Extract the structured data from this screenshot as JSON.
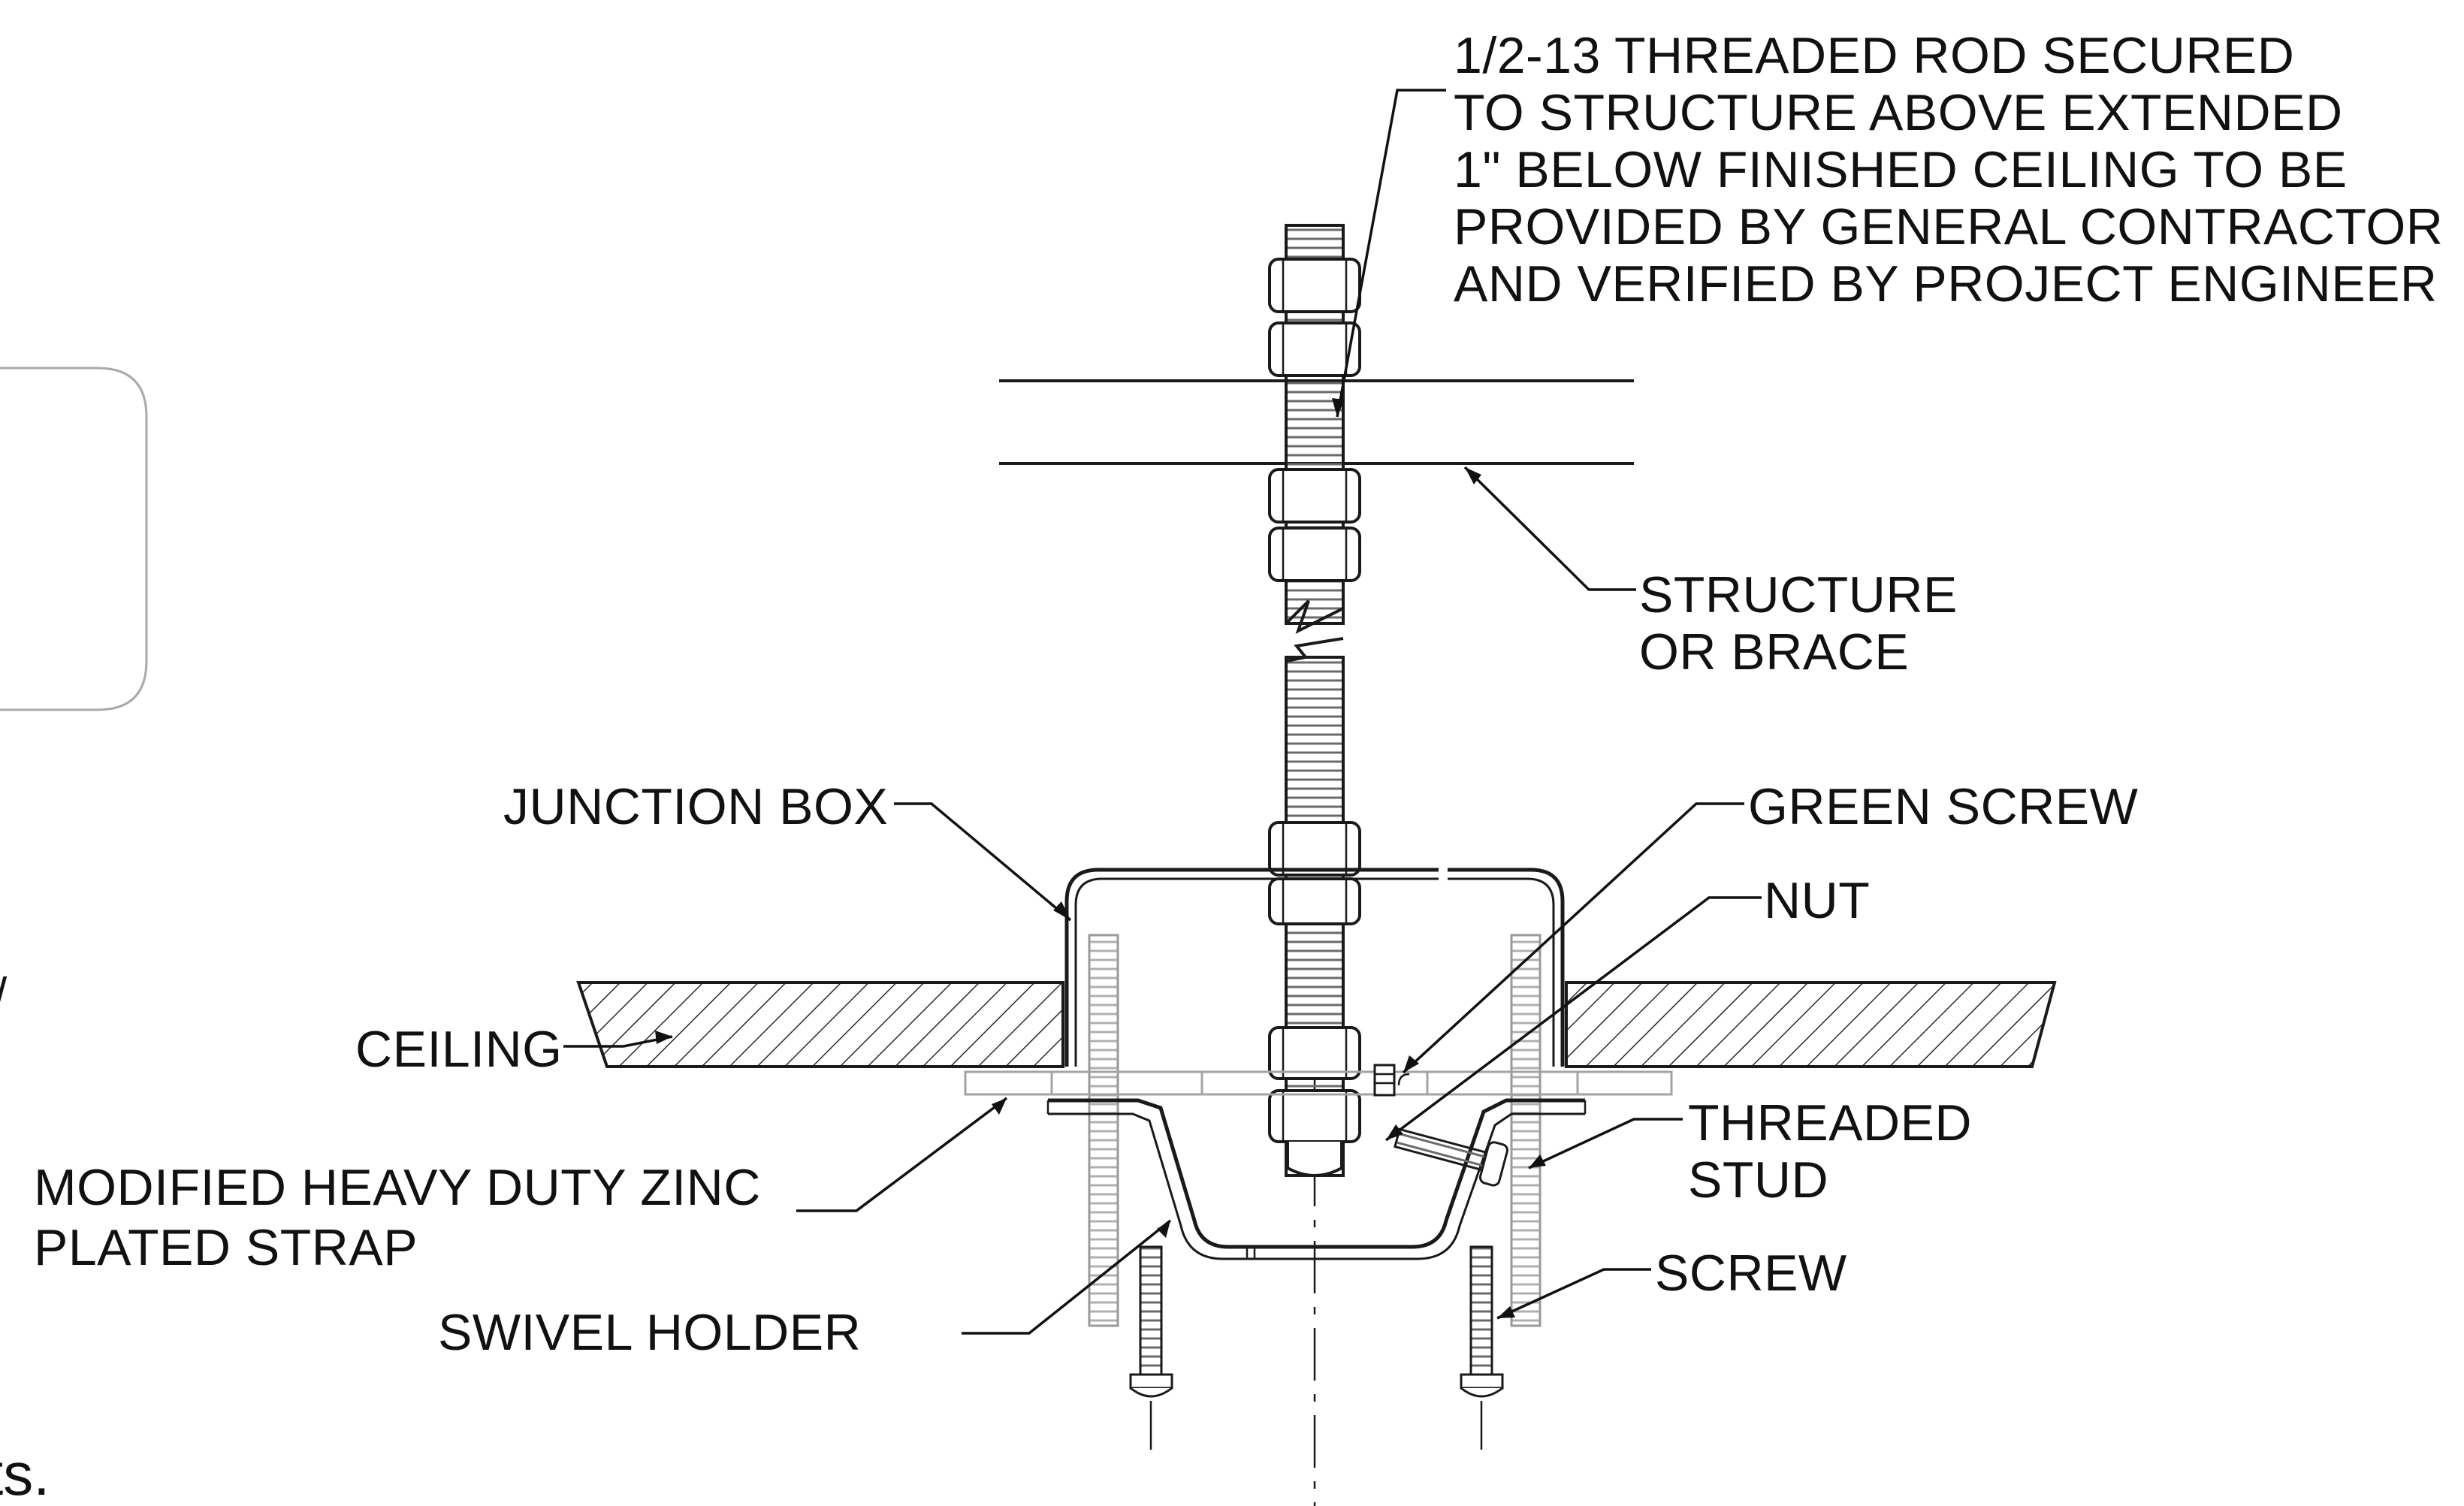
{
  "diagram": {
    "labels": {
      "rod_note": [
        "1/2-13 THREADED ROD SECURED",
        "TO STRUCTURE ABOVE EXTENDED",
        "1\" BELOW FINISHED CEILING TO BE",
        "PROVIDED BY GENERAL CONTRACTOR",
        "AND VERIFIED BY PROJECT ENGINEER"
      ],
      "structure": [
        "STRUCTURE",
        "OR BRACE"
      ],
      "junction_box": "JUNCTION BOX",
      "green_screw": "GREEN SCREW",
      "nut": "NUT",
      "ceiling": "CEILING",
      "threaded_stud": [
        "THREADED",
        "STUD"
      ],
      "strap": [
        "MODIFIED HEAVY DUTY ZINC",
        "PLATED STRAP"
      ],
      "screw": "SCREW",
      "swivel_holder": "SWIVEL HOLDER"
    },
    "edge_fragments": {
      "left_mark": "/",
      "bottom_text": "ts."
    }
  }
}
